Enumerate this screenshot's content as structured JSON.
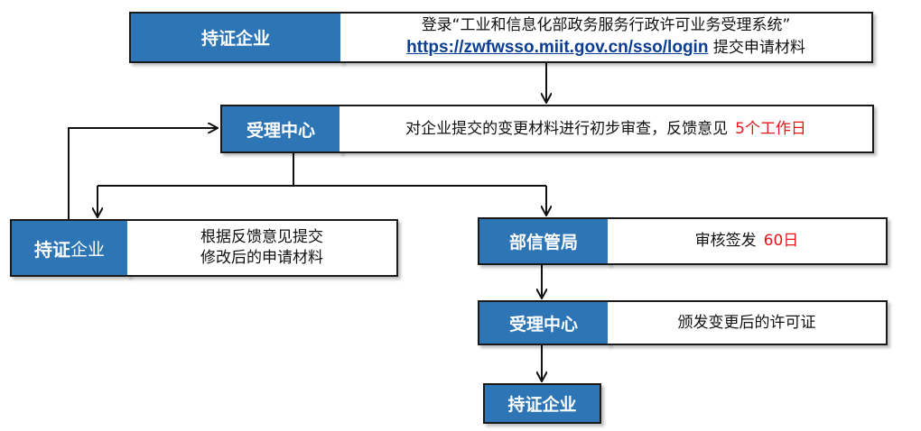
{
  "top": {
    "label": "持证企业",
    "line1": "登录“工业和信息化部政务服务行政许可业务受理系统”",
    "url": "https://zwfwsso.miit.gov.cn/sso/login",
    "line2_suffix": "提交申请材料"
  },
  "center1": {
    "label": "受理中心",
    "text": "对企业提交的变更材料进行初步审查，反馈意见",
    "days": "5个工作日"
  },
  "left": {
    "label_bold": "持证",
    "label_rest": "企业",
    "line1": "根据反馈意见提交",
    "line2": "修改后的申请材料"
  },
  "ministry": {
    "label": "部信管局",
    "text": "审核签发",
    "days": "60日"
  },
  "center2": {
    "label": "受理中心",
    "text": "颁发变更后的许可证"
  },
  "final": {
    "label": "持证企业"
  }
}
